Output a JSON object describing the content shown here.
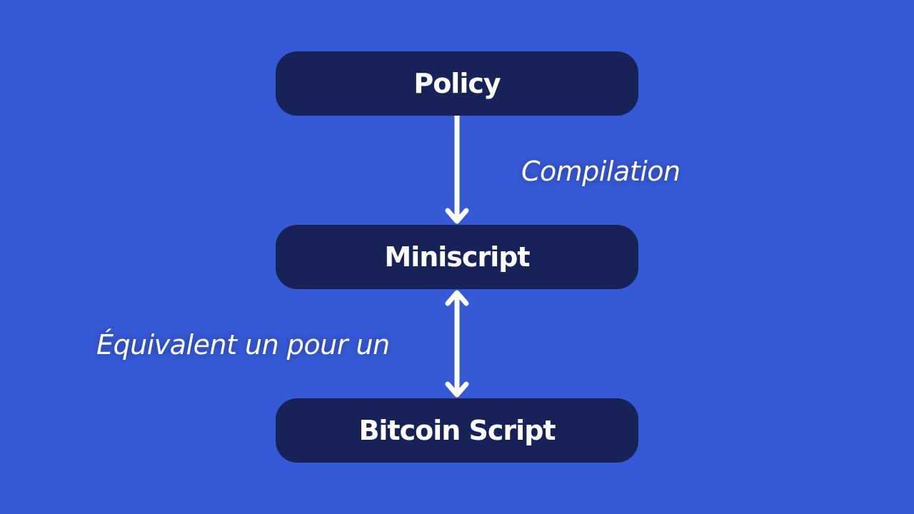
{
  "diagram": {
    "nodes": [
      {
        "id": "policy",
        "label": "Policy"
      },
      {
        "id": "miniscript",
        "label": "Miniscript"
      },
      {
        "id": "bitcoin-script",
        "label": "Bitcoin Script"
      }
    ],
    "edges": [
      {
        "from": "policy",
        "to": "miniscript",
        "direction": "one-way",
        "label": "Compilation"
      },
      {
        "from": "miniscript",
        "to": "bitcoin-script",
        "direction": "two-way",
        "label": "Équivalent un pour un"
      }
    ]
  },
  "colors": {
    "background": "#3659d6",
    "node_fill": "#172357",
    "text": "#ffffff",
    "arrow": "#ffffff"
  }
}
